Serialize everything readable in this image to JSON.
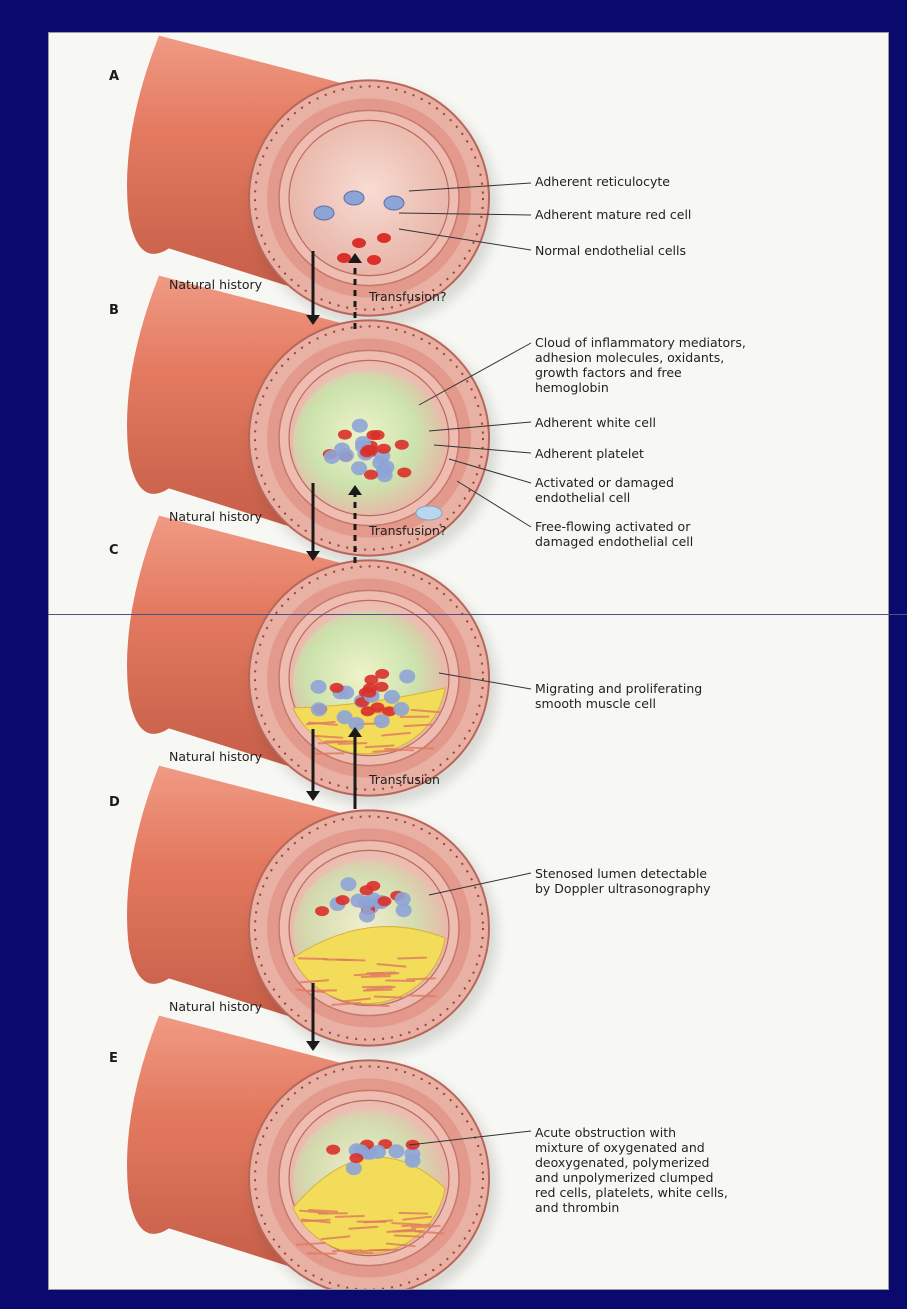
{
  "stages": [
    {
      "letter": "A",
      "labels": [
        "Adherent reticulocyte",
        "Adherent mature red cell",
        "Normal endothelial cells"
      ]
    },
    {
      "letter": "B",
      "labels": [
        "Cloud of inflammatory mediators,\n  adhesion molecules, oxidants,\n  growth factors and free\n  hemoglobin",
        "Adherent white cell",
        "Adherent platelet",
        "Activated or damaged\n  endothelial cell",
        "Free-flowing activated or\n  damaged endothelial cell"
      ]
    },
    {
      "letter": "C",
      "labels": [
        "Migrating and proliferating\n  smooth muscle cell"
      ]
    },
    {
      "letter": "D",
      "labels": [
        "Stenosed lumen detectable\n  by Doppler ultrasonography"
      ]
    },
    {
      "letter": "E",
      "labels": [
        "Acute obstruction with\n  mixture of oxygenated and\n  deoxygenated, polymerized\n  and unpolymerized clumped\n  red cells, platelets, white cells,\n  and thrombin"
      ]
    }
  ],
  "arrows": {
    "natural_history": "Natural history",
    "transfusion_question": "Transfusion?",
    "transfusion": "Transfusion"
  },
  "colors": {
    "slide_background": "#0a0a6e",
    "panel_background": "#f7f7f3",
    "vessel_outer": "#e07a5f",
    "vessel_wall": "#e8a39a",
    "lumen": "#f2c9be",
    "red_cell": "#d9302a",
    "reticulocyte": "#8ea4d6",
    "inflammatory_cloud": "#c9e6a8",
    "smooth_muscle": "#f2dc5a"
  }
}
